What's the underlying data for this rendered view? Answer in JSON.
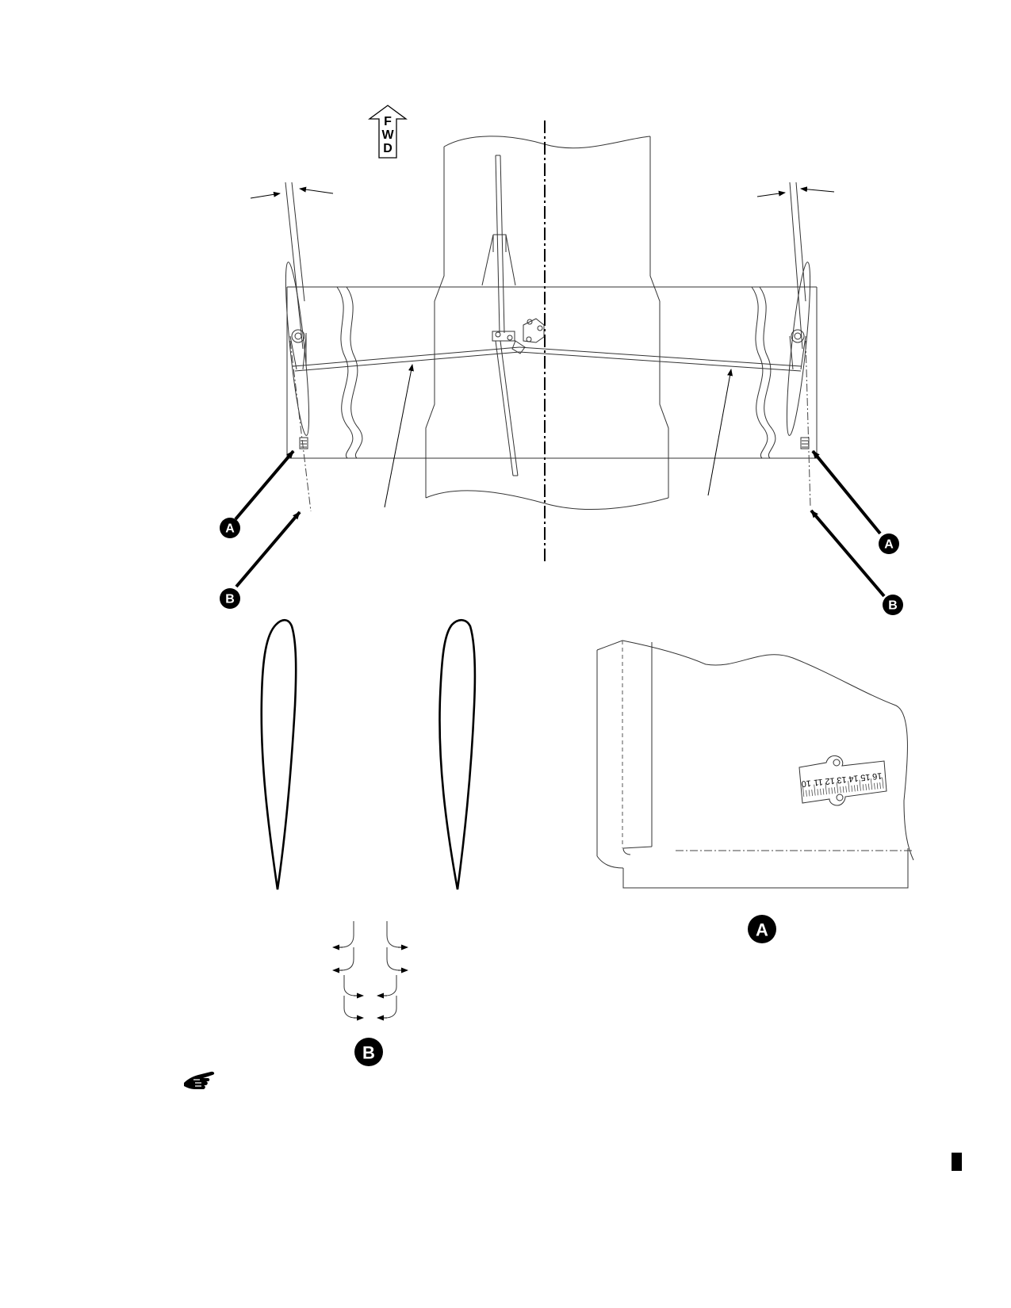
{
  "fwd_indicator": {
    "letters": [
      "F",
      "W",
      "D"
    ]
  },
  "callouts": {
    "a_label": "A",
    "b_label": "B"
  },
  "detail_labels": {
    "detail_a": "A",
    "detail_b": "B"
  },
  "scale_plate": {
    "numbers": [
      "16",
      "15",
      "14",
      "13",
      "12",
      "11",
      "10"
    ]
  },
  "icons": {
    "note_icon": "pointing-hand-icon",
    "page_marker": "change-bar-icon"
  }
}
